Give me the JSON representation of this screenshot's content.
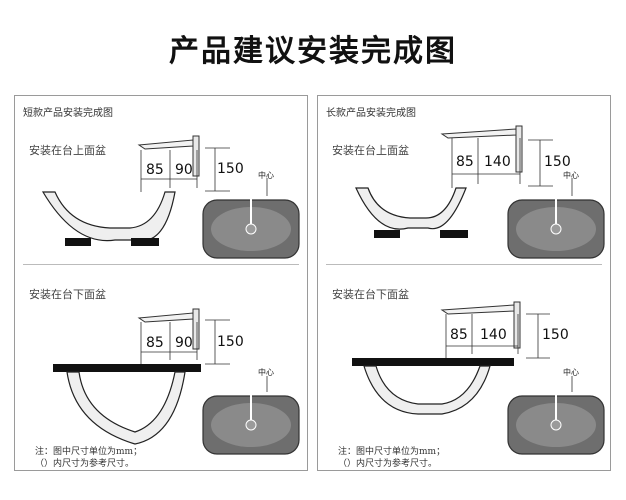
{
  "title": "产品建议安装完成图",
  "panels": [
    {
      "heading": "短款产品安装完成图",
      "top_section": {
        "label": "安装在台上面盆",
        "dim_a": "85",
        "dim_b": "90",
        "dim_h": "150",
        "center": "中心"
      },
      "bottom_section": {
        "label": "安装在台下面盆",
        "dim_a": "85",
        "dim_b": "90",
        "dim_h": "150",
        "center": "中心"
      },
      "note_line1": "注：图中尺寸单位为mm；",
      "note_line2": "（）内尺寸为参考尺寸。"
    },
    {
      "heading": "长款产品安装完成图",
      "top_section": {
        "label": "安装在台上面盆",
        "dim_a": "85",
        "dim_b": "140",
        "dim_h": "150",
        "center": "中心"
      },
      "bottom_section": {
        "label": "安装在台下面盆",
        "dim_a": "85",
        "dim_b": "140",
        "dim_h": "150",
        "center": "中心"
      },
      "note_line1": "注：图中尺寸单位为mm；",
      "note_line2": "（）内尺寸为参考尺寸。"
    }
  ]
}
